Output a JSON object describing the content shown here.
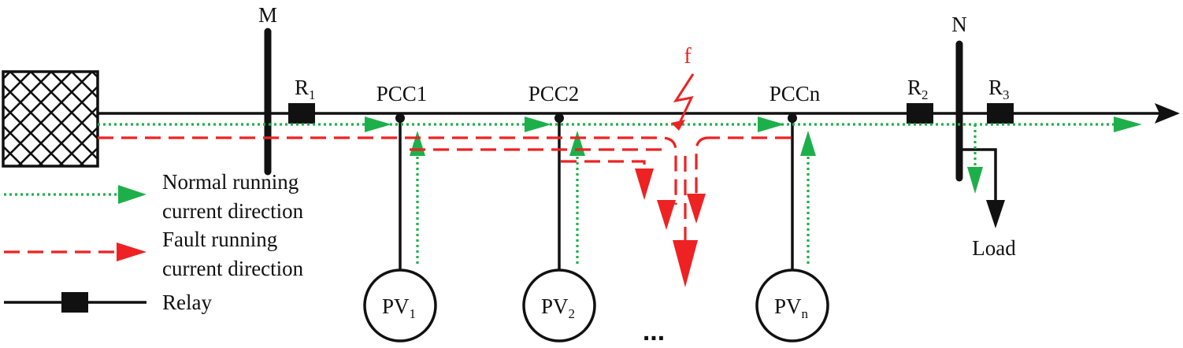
{
  "colors": {
    "line": "#111111",
    "normal": "#1db04a",
    "fault": "#ee2222"
  },
  "buses": {
    "m": "M",
    "n": "N"
  },
  "relays": {
    "r1": {
      "base": "R",
      "sub": "1"
    },
    "r2": {
      "base": "R",
      "sub": "2"
    },
    "r3": {
      "base": "R",
      "sub": "3"
    }
  },
  "pcc": {
    "pcc1": "PCC1",
    "pcc2": "PCC2",
    "pccn": "PCCn"
  },
  "pv": {
    "pv1": {
      "base": "PV",
      "sub": "1"
    },
    "pv2": {
      "base": "PV",
      "sub": "2"
    },
    "pvn": {
      "base": "PV",
      "sub": "n"
    }
  },
  "fault_label": "f",
  "ellipsis": "...",
  "load_label": "Load",
  "legend": {
    "normal_line1": "Normal running",
    "normal_line2": "current direction",
    "fault_line1": "Fault running",
    "fault_line2": "current direction",
    "relay": "Relay"
  }
}
